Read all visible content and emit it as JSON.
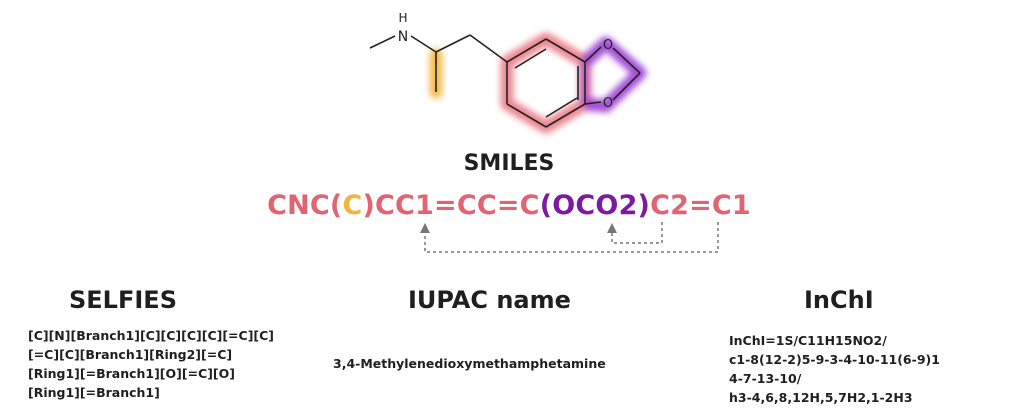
{
  "molecule": {
    "atom_labels": {
      "h": "H",
      "n": "N",
      "o_top": "O",
      "o_bottom": "O"
    }
  },
  "smiles": {
    "title": "SMILES",
    "segments": [
      {
        "text": "CNC(",
        "color": "#e26371"
      },
      {
        "text": "C",
        "color": "#f6b33c"
      },
      {
        "text": ")CC1=CC=C",
        "color": "#e26371"
      },
      {
        "text": "(OCO2)",
        "color": "#7d1aa3"
      },
      {
        "text": "C2=C1",
        "color": "#e26371"
      }
    ]
  },
  "selfies": {
    "title": "SELFIES",
    "lines": [
      "[C][N][Branch1][C][C][C][C][=C][C]",
      "[=C][C][Branch1][Ring2][=C]",
      "[Ring1][=Branch1][O][=C][O]",
      "[Ring1][=Branch1]"
    ]
  },
  "iupac": {
    "title": "IUPAC name",
    "name": "3,4-Methylenedioxymethamphetamine"
  },
  "inchi": {
    "title": "InChI",
    "lines": [
      "InChI=1S/C11H15NO2/",
      "c1-8(12-2)5-9-3-4-10-11(6-9)1",
      "4-7-13-10/",
      "h3-4,6,8,12H,5,7H2,1-2H3"
    ]
  },
  "colors": {
    "ring_highlight": "#e8737e",
    "methyl_highlight": "#f6b33c",
    "dioxole_highlight": "#9b3ed0",
    "bond": "#222222",
    "arrow": "#777777"
  }
}
